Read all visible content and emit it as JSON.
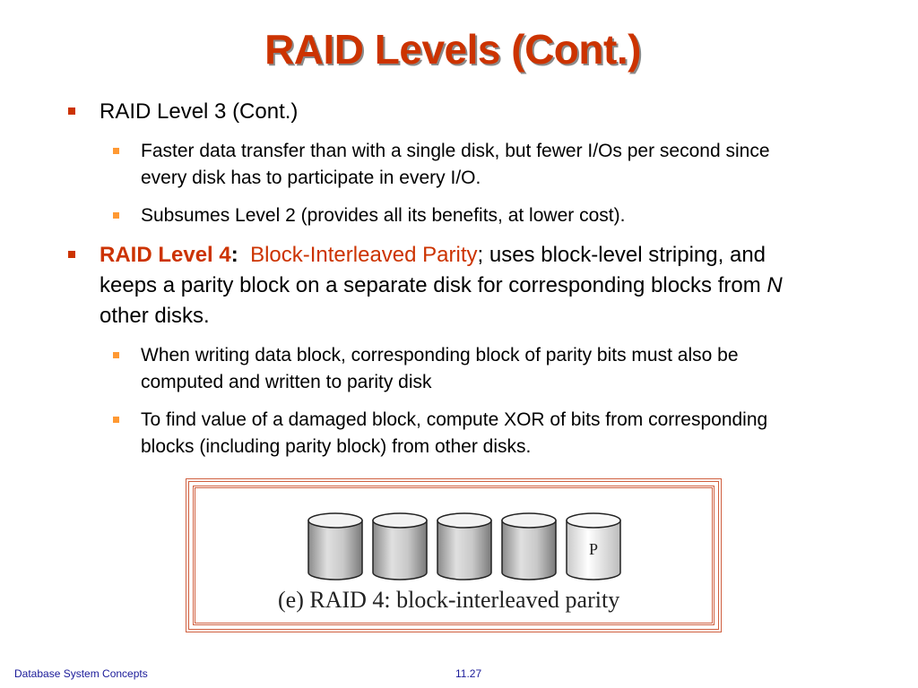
{
  "title": "RAID Levels (Cont.)",
  "bullets": {
    "b1": {
      "text": "RAID Level 3 (Cont.)"
    },
    "b1_1": {
      "text": "Faster data transfer than with a single disk, but fewer I/Os per second since every disk has to participate in every I/O."
    },
    "b1_2": {
      "text": "Subsumes Level 2 (provides all its benefits, at lower cost)."
    },
    "b2": {
      "lead": "RAID Level 4",
      "colon": ":",
      "term": "Block-Interleaved Parity",
      "rest_a": "; uses block-level striping, and keeps a parity block on a separate disk for corresponding blocks from ",
      "n": "N",
      "rest_b": " other disks."
    },
    "b2_1": {
      "text": "When writing data block, corresponding block of parity bits must also be computed and written to parity disk"
    },
    "b2_2": {
      "text": "To find value of a damaged block, compute XOR of bits from corresponding blocks (including parity block) from other disks."
    }
  },
  "figure": {
    "caption": "(e) RAID 4: block-interleaved parity",
    "parity_label": "P"
  },
  "footer": {
    "left": "Database System Concepts",
    "right": "11.27"
  },
  "colors": {
    "accent": "#cc3300",
    "sub_bullet": "#ff9933",
    "footer": "#1a1a99"
  }
}
